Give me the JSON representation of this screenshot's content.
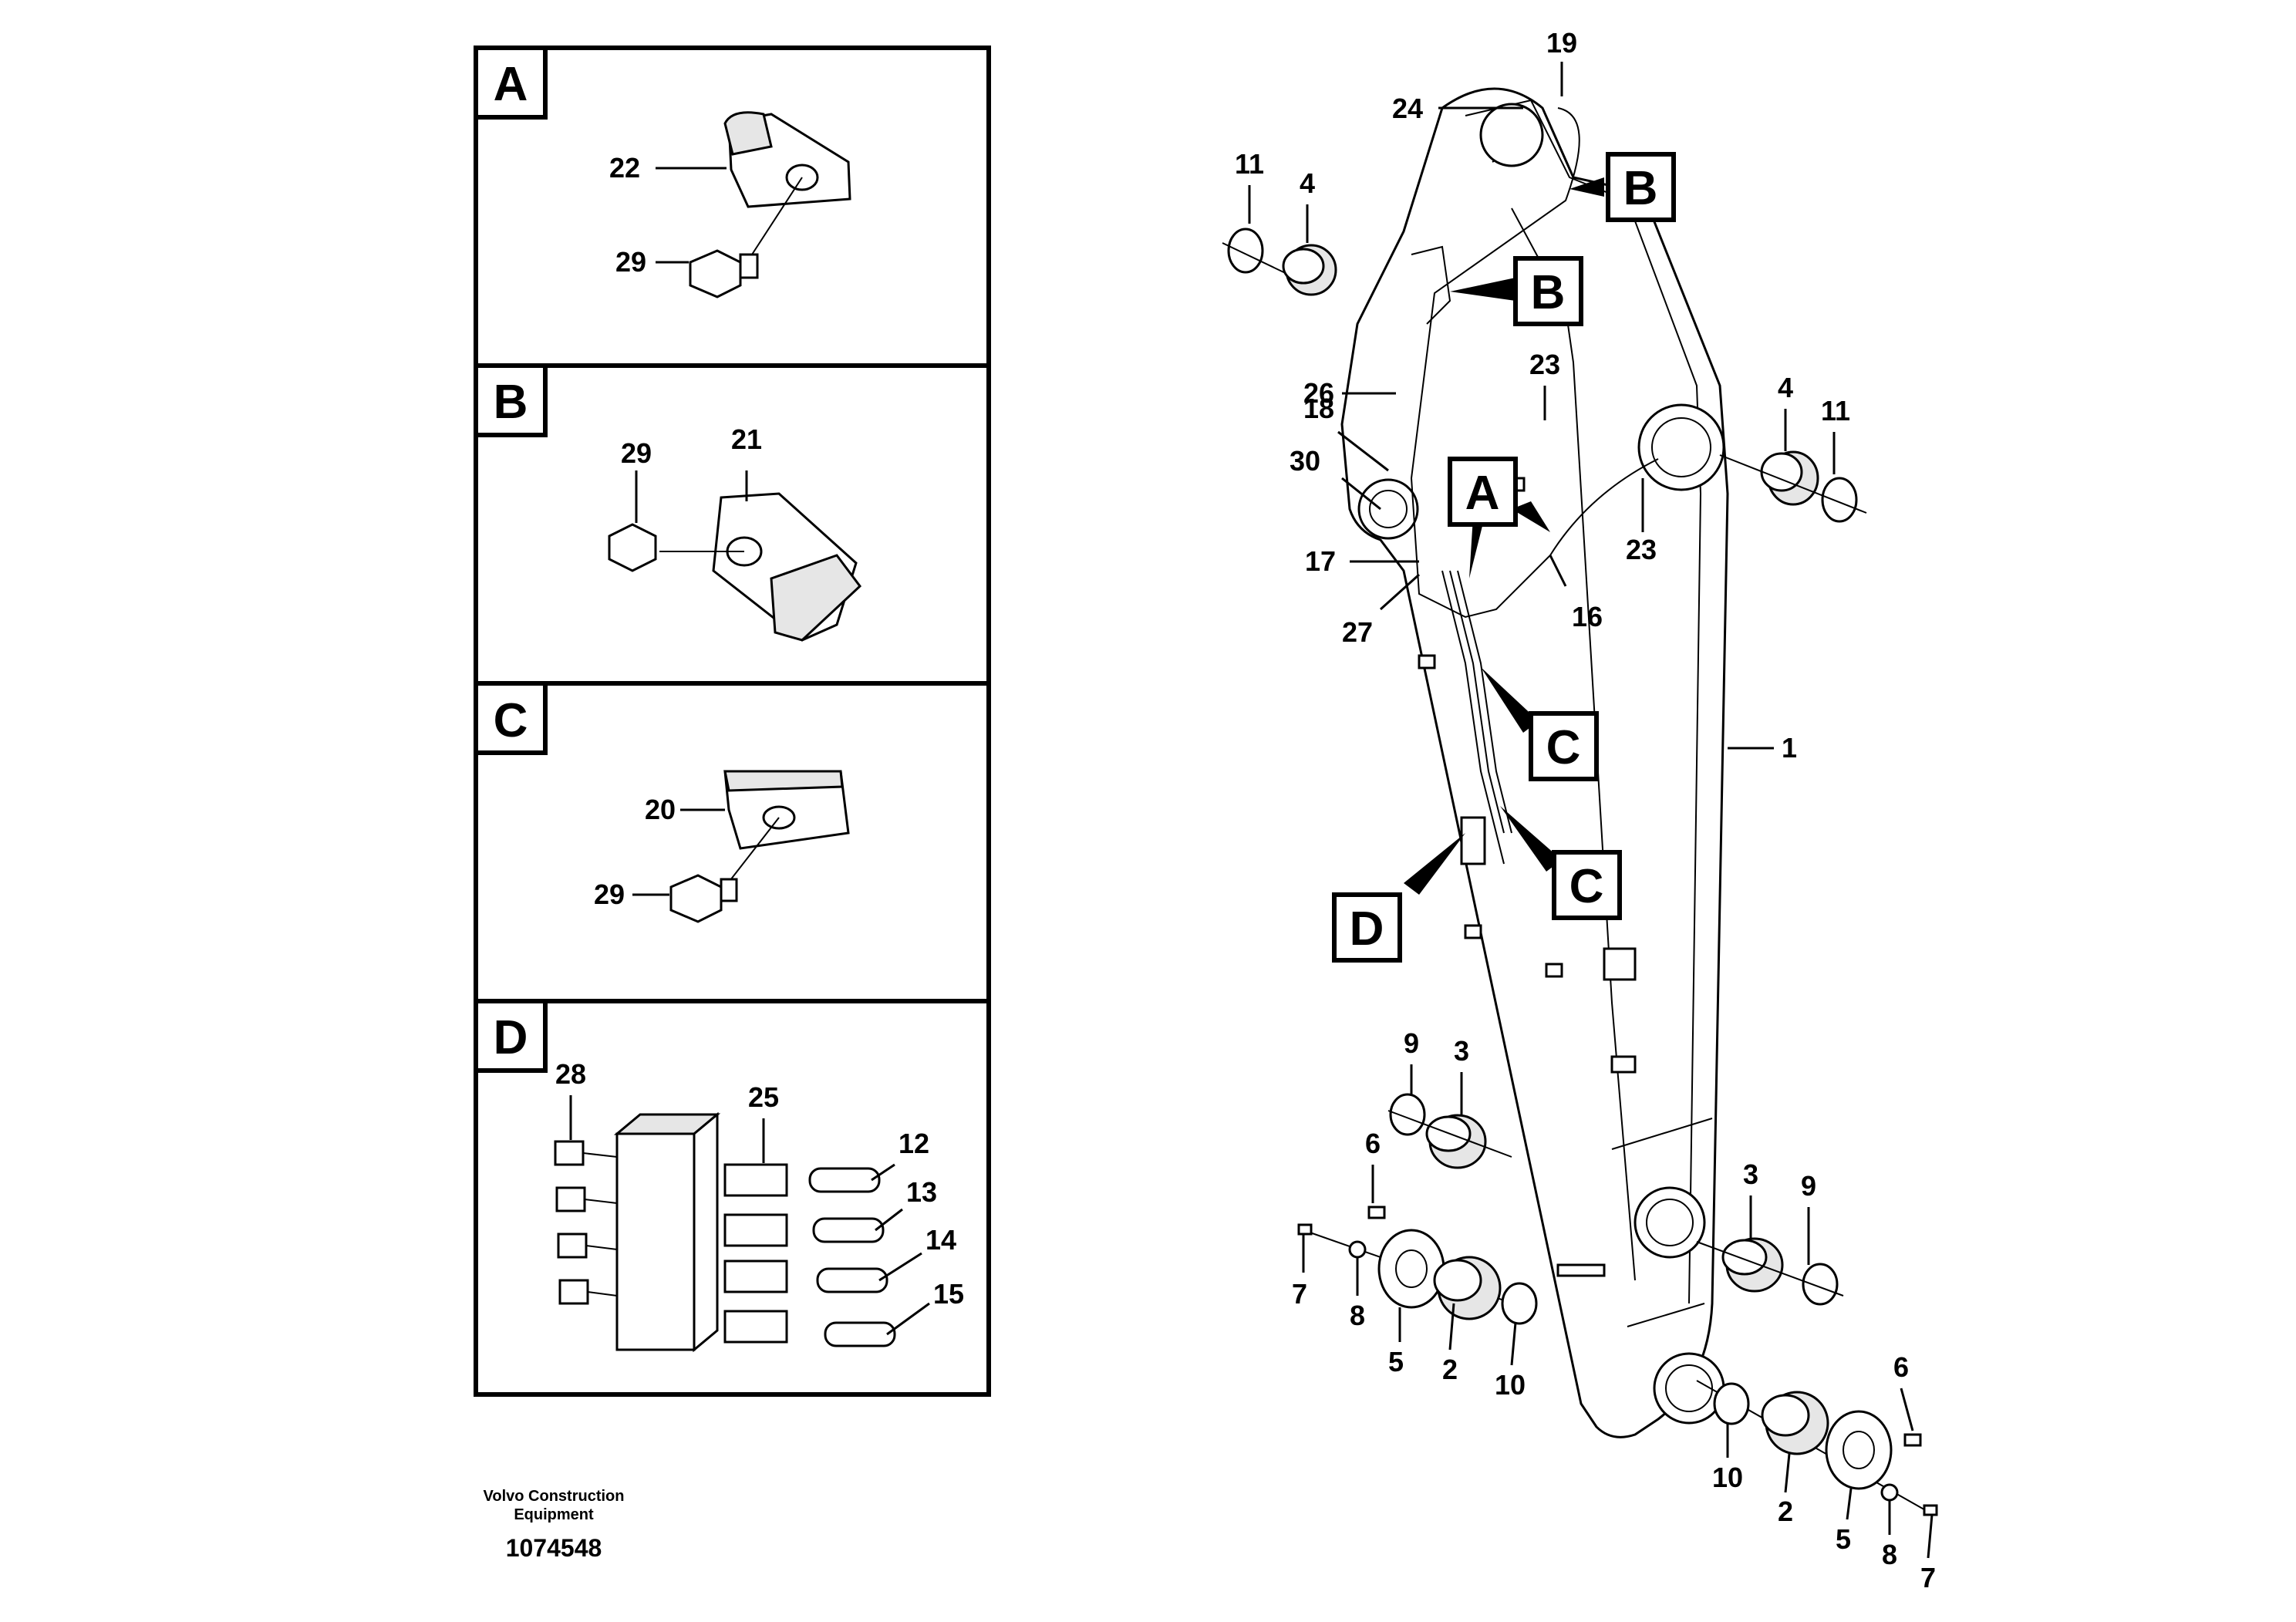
{
  "footer": {
    "company_line1": "Volvo Construction",
    "company_line2": "Equipment",
    "document_number": "1074548"
  },
  "panels": {
    "A": {
      "tag": "A",
      "labels": [
        "22",
        "29"
      ]
    },
    "B": {
      "tag": "B",
      "labels": [
        "29",
        "21"
      ]
    },
    "C": {
      "tag": "C",
      "labels": [
        "20",
        "29"
      ]
    },
    "D": {
      "tag": "D",
      "labels": [
        "28",
        "25",
        "12",
        "13",
        "14",
        "15"
      ]
    }
  },
  "main": {
    "callouts": [
      "B",
      "B",
      "A",
      "C",
      "C",
      "D"
    ],
    "labels": [
      "19",
      "24",
      "11",
      "4",
      "26",
      "23",
      "18",
      "30",
      "17",
      "27",
      "16",
      "4",
      "11",
      "23",
      "1",
      "9",
      "3",
      "6",
      "7",
      "8",
      "5",
      "2",
      "10",
      "3",
      "9",
      "6",
      "10",
      "2",
      "5",
      "8",
      "7"
    ]
  }
}
